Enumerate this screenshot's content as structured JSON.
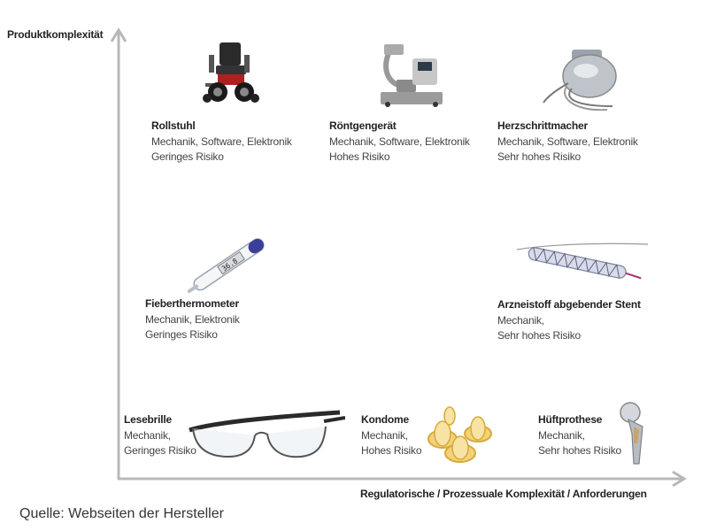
{
  "axes": {
    "y_label": "Produktkomplexität",
    "x_label": "Regulatorische  / Prozessuale Komplexität  / Anforderungen"
  },
  "items": {
    "rollstuhl": {
      "name": "Rollstuhl",
      "line1": "Mechanik, Software, Elektronik",
      "line2": "Geringes Risiko",
      "icon": "wheelchair-icon"
    },
    "roentgen": {
      "name": "Röntgengerät",
      "line1": "Mechanik, Software, Elektronik",
      "line2": "Hohes Risiko",
      "icon": "xray-machine-icon"
    },
    "herz": {
      "name": "Herzschrittmacher",
      "line1": "Mechanik, Software, Elektronik",
      "line2": "Sehr hohes Risiko",
      "icon": "pacemaker-icon"
    },
    "fieber": {
      "name": "Fieberthermometer",
      "line1": "Mechanik, Elektronik",
      "line2": "Geringes Risiko",
      "icon": "thermometer-icon",
      "display": "36.8"
    },
    "stent": {
      "name": "Arzneistoff abgebender Stent",
      "line1": "Mechanik,",
      "line2": "Sehr hohes Risiko",
      "icon": "stent-icon"
    },
    "brille": {
      "name": "Lesebrille",
      "line1": "Mechanik,",
      "line2": "Geringes Risiko",
      "icon": "glasses-icon"
    },
    "kondome": {
      "name": "Kondome",
      "line1": "Mechanik,",
      "line2": "Hohes Risiko",
      "icon": "condoms-icon"
    },
    "hueft": {
      "name": "Hüftprothese",
      "line1": "Mechanik,",
      "line2": "Sehr hohes Risiko",
      "icon": "hip-prosthesis-icon"
    }
  },
  "source": "Quelle:  Webseiten der Hersteller",
  "colors": {
    "axis": "#b0b0b0",
    "text": "#333333"
  }
}
